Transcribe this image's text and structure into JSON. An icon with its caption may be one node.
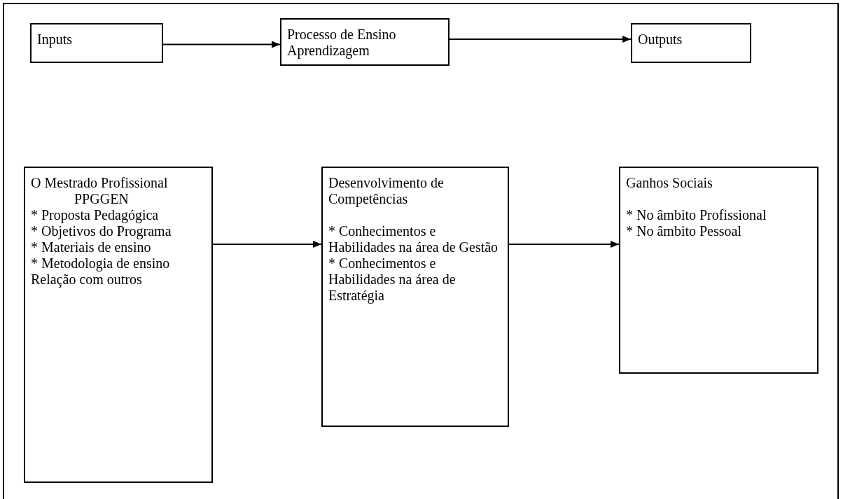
{
  "diagram": {
    "nodes": [
      {
        "text": [
          "Inputs"
        ]
      },
      {
        "text": [
          "Processo de Ensino Aprendizagem"
        ]
      },
      {
        "text": [
          "Outputs"
        ]
      },
      {
        "text": [
          "O Mestrado Profissional PPGGEN",
          "* Proposta Pedagógica",
          "* Objetivos do Programa",
          "* Materiais de ensino",
          "* Metodologia de ensino",
          "Relação com outros"
        ]
      },
      {
        "text": [
          "Desenvolvimento de Competências",
          "* Conhecimentos  e Habilidades na área de Gestão",
          "* Conhecimentos e Habilidades na área de Estratégia"
        ]
      },
      {
        "text": [
          "Ganhos Sociais",
          "* No âmbito Profissional",
          "* No âmbito Pessoal"
        ]
      }
    ],
    "edges": [
      {
        "from": 0,
        "to": 1,
        "arrow": "to"
      },
      {
        "from": 1,
        "to": 2,
        "arrow": "to"
      },
      {
        "from": 3,
        "to": 4,
        "arrow": "to"
      },
      {
        "from": 4,
        "to": 5,
        "arrow": "to"
      }
    ]
  }
}
